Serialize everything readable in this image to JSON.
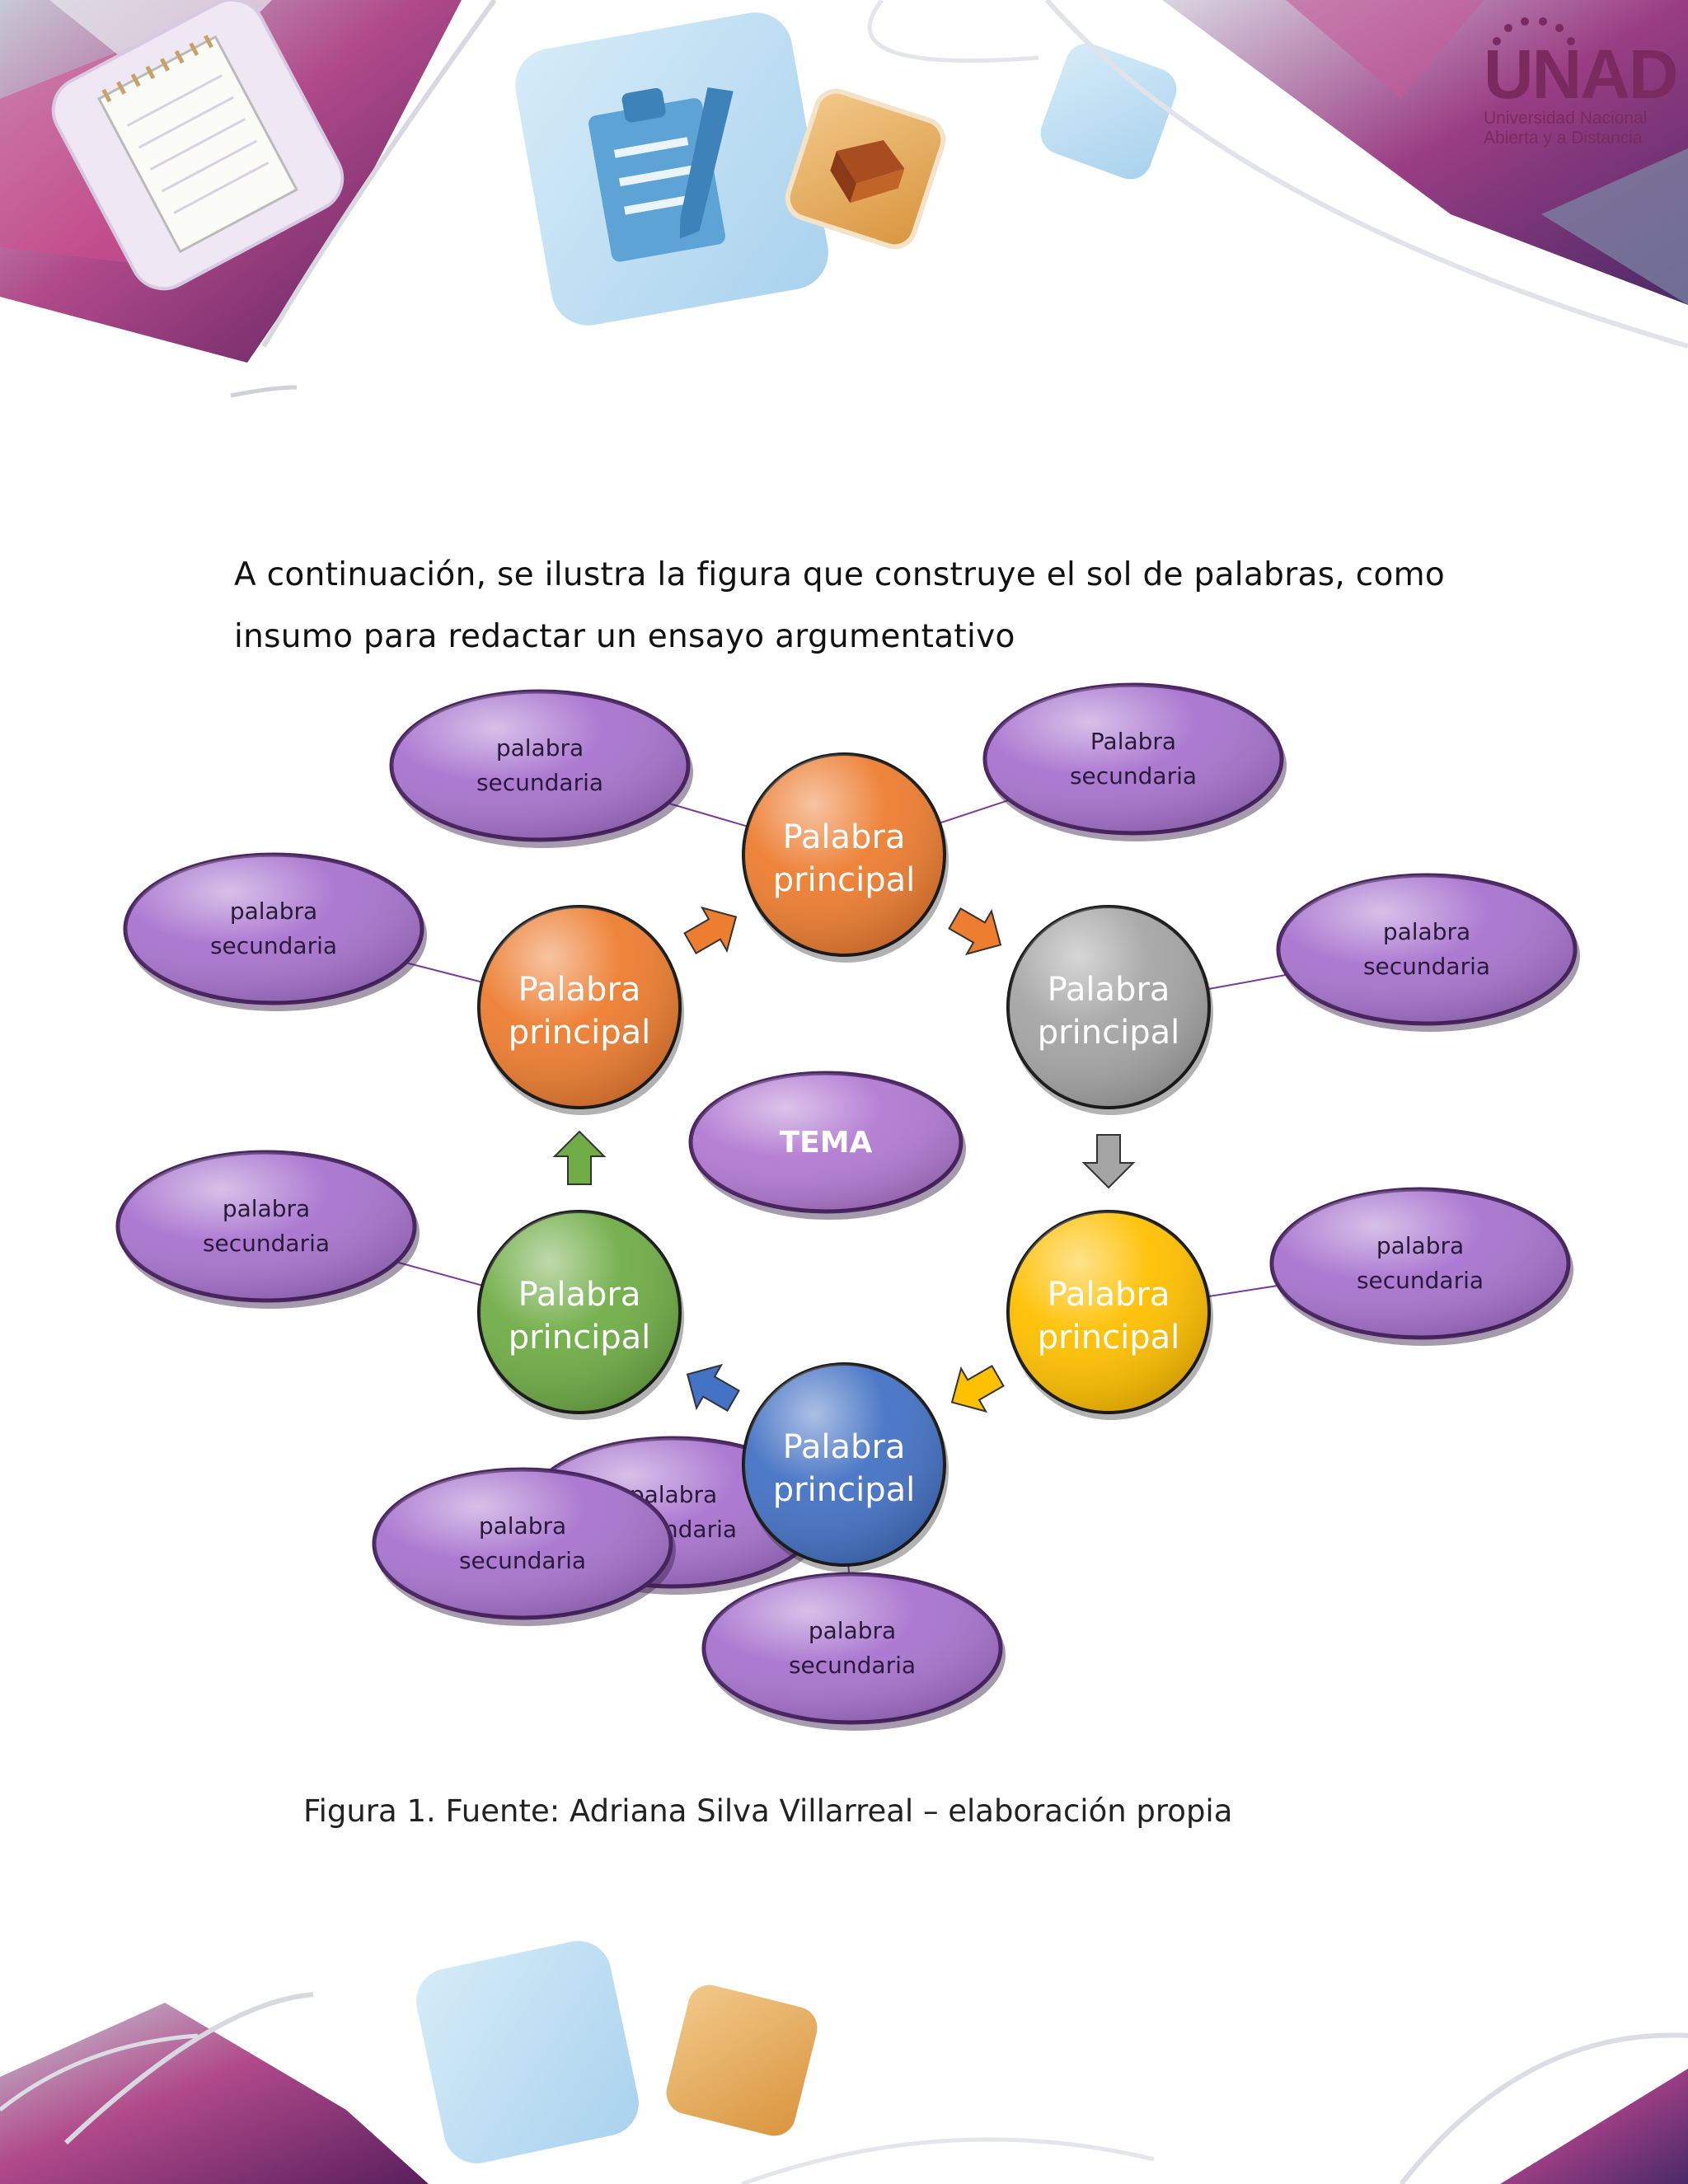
{
  "header": {
    "logo": {
      "name": "UNAD",
      "line1": "Universidad Nacional",
      "line2": "Abierta y a Distancia"
    }
  },
  "intro": {
    "line1": "A continuación, se ilustra la figura que construye el sol de palabras, como",
    "line2": "insumo para redactar un ensayo argumentativo"
  },
  "diagram": {
    "center": {
      "label": "TEMA",
      "color": "#b27ad2"
    },
    "main_nodes": [
      {
        "line1": "Palabra",
        "line2": "principal",
        "color": "#ed7d31"
      },
      {
        "line1": "Palabra",
        "line2": "principal",
        "color": "#a5a5a5"
      },
      {
        "line1": "Palabra",
        "line2": "principal",
        "color": "#ffc000"
      },
      {
        "line1": "Palabra",
        "line2": "principal",
        "color": "#4472c4"
      },
      {
        "line1": "Palabra",
        "line2": "principal",
        "color": "#70ad47"
      },
      {
        "line1": "Palabra",
        "line2": "principal",
        "color": "#ed7d31"
      }
    ],
    "secondary_nodes": [
      {
        "line1": "palabra",
        "line2": "secundaria"
      },
      {
        "line1": "Palabra",
        "line2": "secundaria"
      },
      {
        "line1": "palabra",
        "line2": "secundaria"
      },
      {
        "line1": "palabra",
        "line2": "secundaria"
      },
      {
        "line1": "palabra",
        "line2": "secundaria"
      },
      {
        "line1": "palabra",
        "line2": "secundaria"
      },
      {
        "line1": "palabra",
        "line2": "secundaria"
      },
      {
        "line1": "palabra",
        "line2": "secundaria"
      },
      {
        "line1": "palabra",
        "line2": "secundaria"
      }
    ],
    "secondary_color": "#a874cf"
  },
  "caption": "Figura 1. Fuente: Adriana Silva Villarreal – elaboración propia"
}
